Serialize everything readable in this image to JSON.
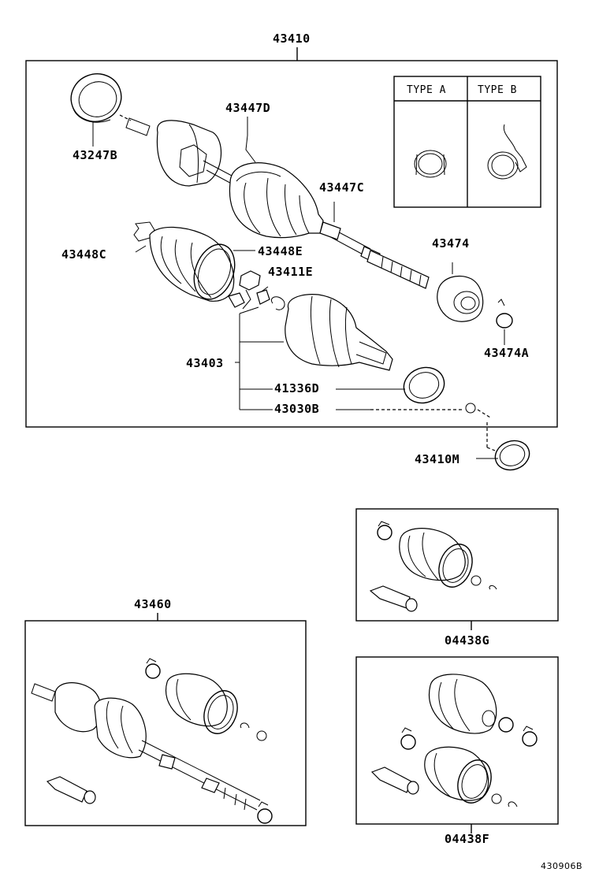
{
  "main_assembly": {
    "number": "43410",
    "parts": {
      "p43447D": "43447D",
      "p43247B": "43247B",
      "p43447C": "43447C",
      "p43448C": "43448C",
      "p43448E": "43448E",
      "p43411E": "43411E",
      "p43474": "43474",
      "p43474A": "43474A",
      "p43403": "43403",
      "p41336D": "41336D",
      "p43030B": "43030B"
    },
    "type_table": {
      "type_a": "TYPE A",
      "type_b": "TYPE B"
    }
  },
  "outside_part": "43410M",
  "kits": {
    "kit_a": "43460",
    "kit_b": "04438G",
    "kit_c": "04438F"
  },
  "footer_code": "430906B"
}
